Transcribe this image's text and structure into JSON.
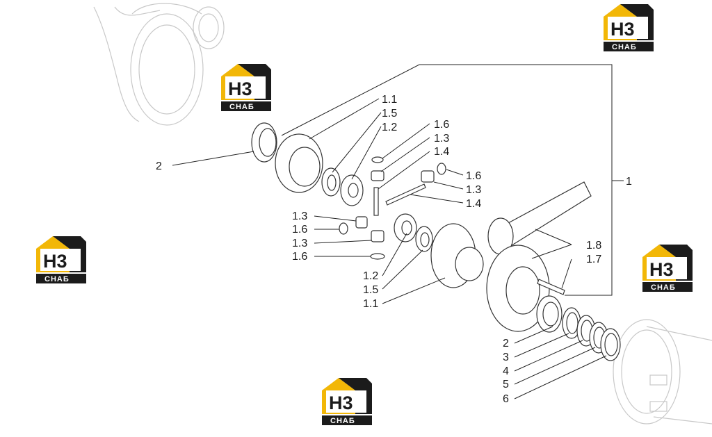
{
  "labels": {
    "l1_1a": "1.1",
    "l1_5a": "1.5",
    "l1_2a": "1.2",
    "l1_6a": "1.6",
    "l1_3a": "1.3",
    "l1_4a": "1.4",
    "l1_6b": "1.6",
    "l1_3b": "1.3",
    "l1_4b": "1.4",
    "l1_3c": "1.3",
    "l1_6c": "1.6",
    "l1_3d": "1.3",
    "l1_6d": "1.6",
    "l1_2b": "1.2",
    "l1_5b": "1.5",
    "l1_1b": "1.1",
    "l1_8": "1.8",
    "l1_7": "1.7",
    "l2a": "2",
    "l1": "1",
    "l2b": "2",
    "l3": "3",
    "l4": "4",
    "l5": "5",
    "l6": "6"
  },
  "logo": {
    "line1": "H3",
    "line2": "СНАБ"
  },
  "colors": {
    "logo_yellow": "#f2b707",
    "logo_dark": "#1b1b1b",
    "ghost": "#c8c8c8"
  }
}
